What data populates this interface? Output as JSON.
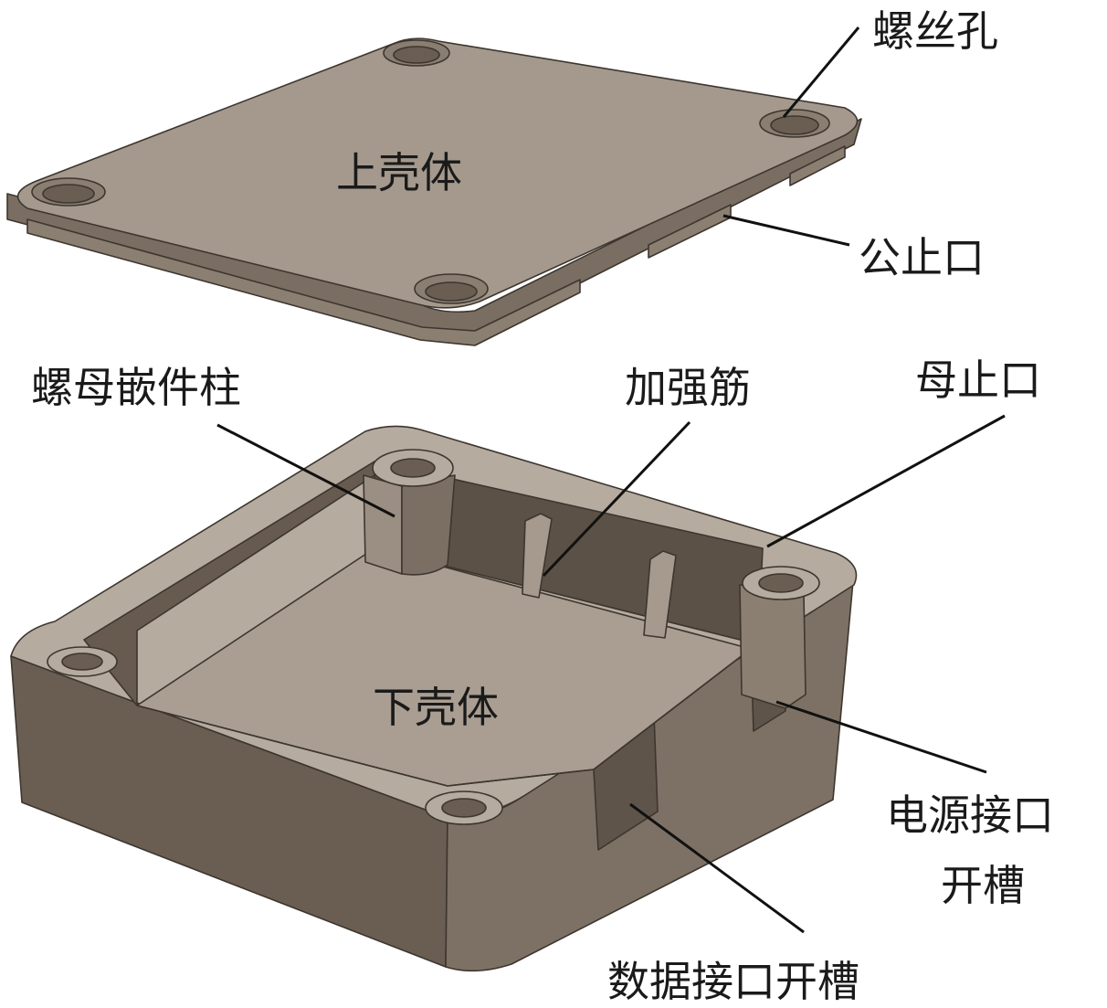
{
  "labels": {
    "screw_hole": "螺丝孔",
    "upper_shell": "上壳体",
    "male_lip": "公止口",
    "nut_insert_post": "螺母嵌件柱",
    "rib": "加强筋",
    "female_lip": "母止口",
    "lower_shell": "下壳体",
    "power_slot_line1": "电源接口",
    "power_slot_line2": "开槽",
    "data_slot": "数据接口开槽"
  },
  "colors": {
    "top_face": "#a4998c",
    "side_dark": "#6a5e52",
    "inner_wall": "#675b4f",
    "floor": "#a99e91",
    "rim": "#b5ab9e",
    "edge": "#3d362f"
  }
}
